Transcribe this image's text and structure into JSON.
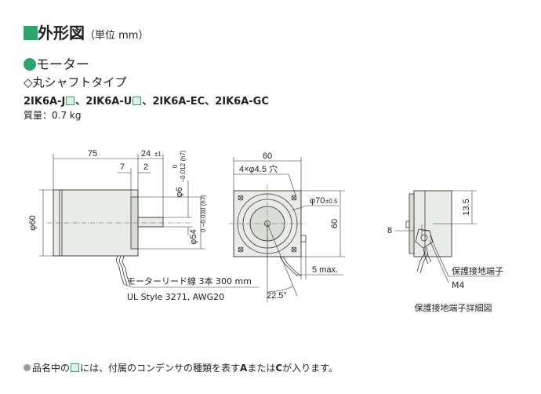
{
  "header": {
    "title": "外形図",
    "unit": "（単位 mm）",
    "section": "モーター",
    "subsection": "◇丸シャフトタイプ",
    "models": [
      "2IK6A-J",
      "、2IK6A-U",
      "、2IK6A-EC、2IK6A-GC"
    ],
    "mass": "質量：0.7 kg"
  },
  "dims": {
    "len75": "75",
    "len24": "24",
    "tol24": "±1",
    "len7": "7",
    "len2": "2",
    "phi6": "φ6",
    "tol_phi6_top": "0",
    "tol_phi6_bot": "−0.012 (h7)",
    "phi60": "φ60",
    "phi54": "φ54",
    "tol_phi54": "0 −0.030 (h7)",
    "top60": "60",
    "holes": "4×φ4.5 穴",
    "phi70": "φ70",
    "tol70": "±0.5",
    "right60": "60",
    "max5": "5 max.",
    "angle": "22.5°",
    "d8": "8",
    "d13_5": "13.5"
  },
  "labels": {
    "leadwire1": "モーターリード線 3本 300 mm",
    "leadwire2": "UL Style 3271, AWG20",
    "ground": "保護接地端子",
    "m4": "M4",
    "detail_caption": "保護接地端子詳細図"
  },
  "footer": {
    "before": "品名中の",
    "middle": "には、付属のコンデンサの種類を表す",
    "a": "A",
    "or": "または",
    "c": "C",
    "after": "が入ります。"
  }
}
